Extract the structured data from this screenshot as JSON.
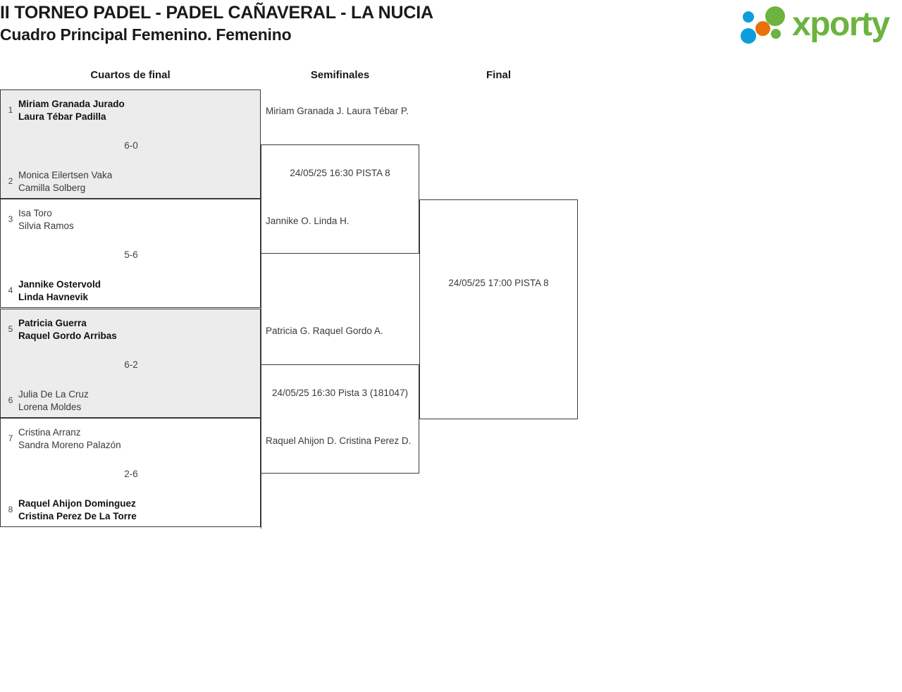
{
  "header": {
    "tournament_title": "II TORNEO PADEL - PADEL CAÑAVERAL - LA NUCIA",
    "draw_title": "Cuadro Principal Femenino. Femenino",
    "logo": {
      "wordmark": "xporty",
      "wordmark_color": "#6cb33f",
      "dot_colors": [
        "#0d9ddb",
        "#e8710a",
        "#6cb33f",
        "#6cb33f",
        "#0d9ddb"
      ]
    }
  },
  "rounds": [
    {
      "name": "round-quarterfinals",
      "label": "Cuartos de final"
    },
    {
      "name": "round-semifinals",
      "label": "Semifinales"
    },
    {
      "name": "round-final",
      "label": "Final"
    }
  ],
  "quarterfinals": [
    {
      "shaded": true,
      "score": "6-0",
      "top": {
        "seed": "1",
        "player1": "Miriam Granada Jurado",
        "player2": "Laura Tébar Padilla",
        "winner": true
      },
      "bottom": {
        "seed": "2",
        "player1": "Monica Eilertsen Vaka",
        "player2": "Camilla Solberg",
        "winner": false
      }
    },
    {
      "shaded": false,
      "score": "5-6",
      "top": {
        "seed": "3",
        "player1": "Isa Toro",
        "player2": "Silvia Ramos",
        "winner": false
      },
      "bottom": {
        "seed": "4",
        "player1": "Jannike Ostervold",
        "player2": "Linda Havnevik",
        "winner": true
      }
    },
    {
      "shaded": true,
      "score": "6-2",
      "top": {
        "seed": "5",
        "player1": "Patricia Guerra",
        "player2": "Raquel Gordo Arribas",
        "winner": true
      },
      "bottom": {
        "seed": "6",
        "player1": "Julia De La Cruz",
        "player2": "Lorena Moldes",
        "winner": false
      }
    },
    {
      "shaded": false,
      "score": "2-6",
      "top": {
        "seed": "7",
        "player1": "Cristina Arranz",
        "player2": "Sandra Moreno Palazón",
        "winner": false
      },
      "bottom": {
        "seed": "8",
        "player1": "Raquel Ahijon Dominguez",
        "player2": "Cristina Perez De La Torre",
        "winner": true
      }
    }
  ],
  "semifinals": [
    {
      "schedule": "24/05/25 16:30 PISTA 8",
      "top": {
        "player1": "Miriam Granada J.",
        "player2": "Laura Tébar P."
      },
      "bottom": {
        "player1": "Jannike O.",
        "player2": "Linda H."
      }
    },
    {
      "schedule": "24/05/25 16:30 Pista 3 (181047)",
      "top": {
        "player1": "Patricia G.",
        "player2": "Raquel Gordo A."
      },
      "bottom": {
        "player1": "Raquel Ahijon D.",
        "player2": "Cristina Perez D."
      }
    }
  ],
  "final": {
    "schedule": "24/05/25 17:00 PISTA 8",
    "top": {
      "player1": "",
      "player2": ""
    },
    "bottom": {
      "player1": "",
      "player2": ""
    }
  }
}
